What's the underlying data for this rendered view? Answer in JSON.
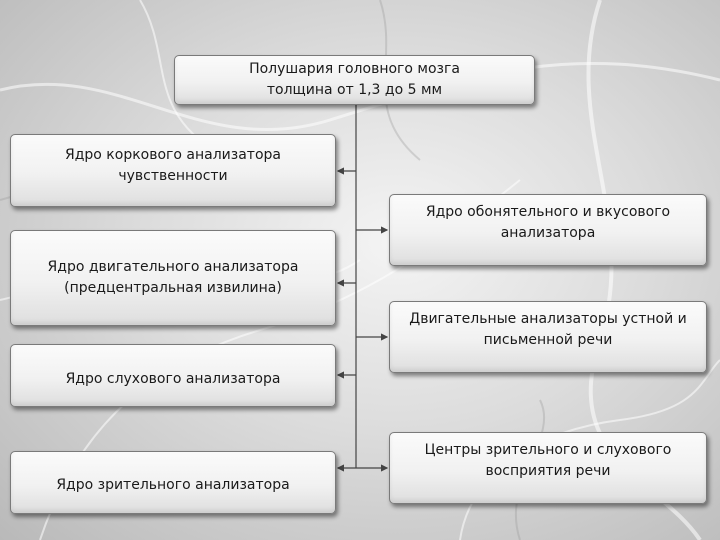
{
  "root": {
    "text": "Полушария головного мозга\nтолщина  от 1,3 до 5 мм"
  },
  "left_boxes": [
    {
      "text": "Ядро коркового анализатора\nчувственности"
    },
    {
      "text": "Ядро двигательного анализатора\n(предцентральная извилина)"
    },
    {
      "text": "Ядро слухового анализатора"
    },
    {
      "text": "Ядро зрительного анализатора"
    }
  ],
  "right_boxes": [
    {
      "text": "Ядро обонятельного и вкусового\nанализатора"
    },
    {
      "text": "Двигательные анализаторы устной и\nписьменной речи"
    },
    {
      "text": "Центры зрительного и слухового\nвосприятия речи"
    }
  ],
  "colors": {
    "line": "#444444",
    "box_border": "#7a7a7a"
  }
}
